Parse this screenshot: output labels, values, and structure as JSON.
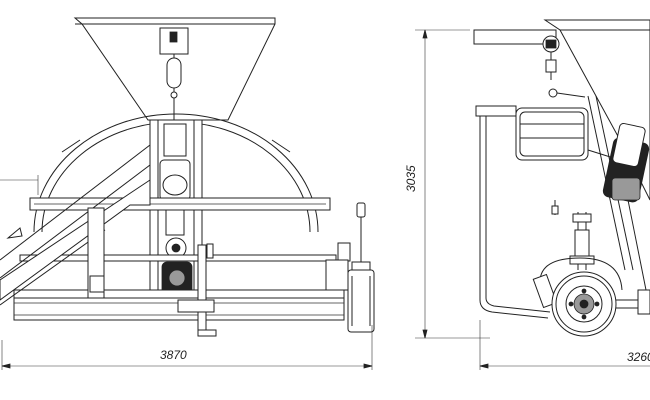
{
  "dimensions": {
    "front_width": "3870",
    "side_height": "3035",
    "side_width": "3260"
  },
  "colors": {
    "line": "#222222",
    "background": "#ffffff"
  }
}
